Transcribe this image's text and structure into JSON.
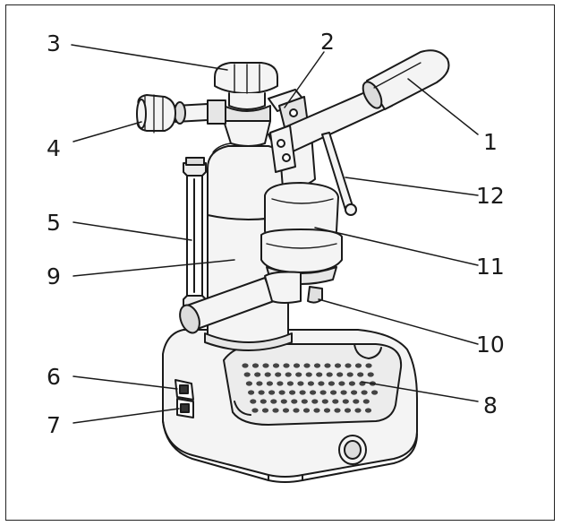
{
  "figure": {
    "callouts": [
      {
        "id": "1",
        "text": "1"
      },
      {
        "id": "2",
        "text": "2"
      },
      {
        "id": "3",
        "text": "3"
      },
      {
        "id": "4",
        "text": "4"
      },
      {
        "id": "5",
        "text": "5"
      },
      {
        "id": "6",
        "text": "6"
      },
      {
        "id": "7",
        "text": "7"
      },
      {
        "id": "8",
        "text": "8"
      },
      {
        "id": "9",
        "text": "9"
      },
      {
        "id": "10",
        "text": "10"
      },
      {
        "id": "11",
        "text": "11"
      },
      {
        "id": "12",
        "text": "12"
      }
    ],
    "colors": {
      "ink": "#1a1a1a",
      "fill": "#f4f4f4",
      "shade": "#d9d9d9"
    }
  }
}
